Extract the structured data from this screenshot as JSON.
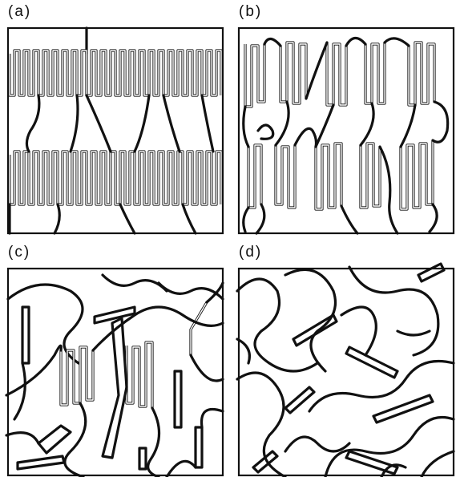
{
  "panels": [
    {
      "id": "a",
      "label": "(a)"
    },
    {
      "id": "b",
      "label": "(b)"
    },
    {
      "id": "c",
      "label": "(c)"
    },
    {
      "id": "d",
      "label": "(d)"
    }
  ],
  "colors": {
    "line": "#111111",
    "background": "#ffffff"
  }
}
